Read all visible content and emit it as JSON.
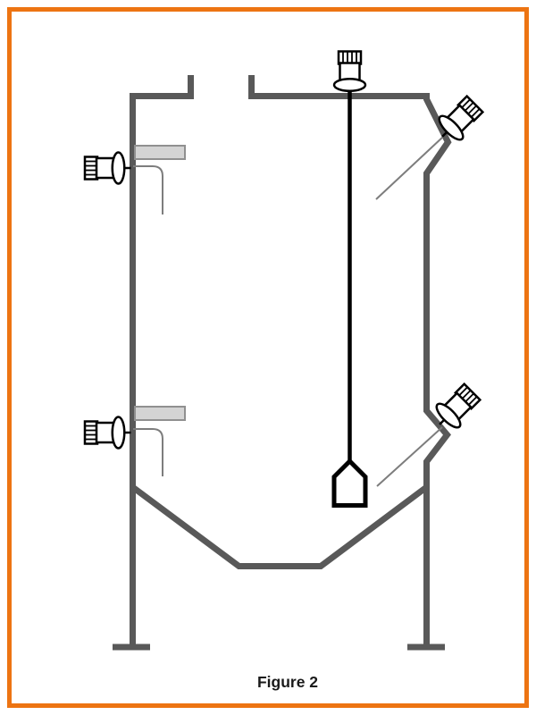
{
  "figure": {
    "caption": "Figure 2"
  },
  "colors": {
    "background": "#FFFFFF",
    "frame": "#ED7412",
    "vessel": "#595959",
    "probe": "#7D7D7D",
    "nozzle_fill": "#D4D4D4",
    "nozzle_stroke": "#909090",
    "device": "#000000",
    "caption_text": "#1A1A1A"
  },
  "component_names": [
    "vessel-with-hopper-bottom",
    "top-opening",
    "level-sensor-top",
    "agitator-rod",
    "paddle-weight",
    "side-sensor-upper",
    "side-sensor-lower",
    "nozzle-bar-upper",
    "nozzle-bar-lower",
    "angled-sensor-upper",
    "angled-sensor-lower",
    "support-foot-left",
    "support-foot-right"
  ]
}
